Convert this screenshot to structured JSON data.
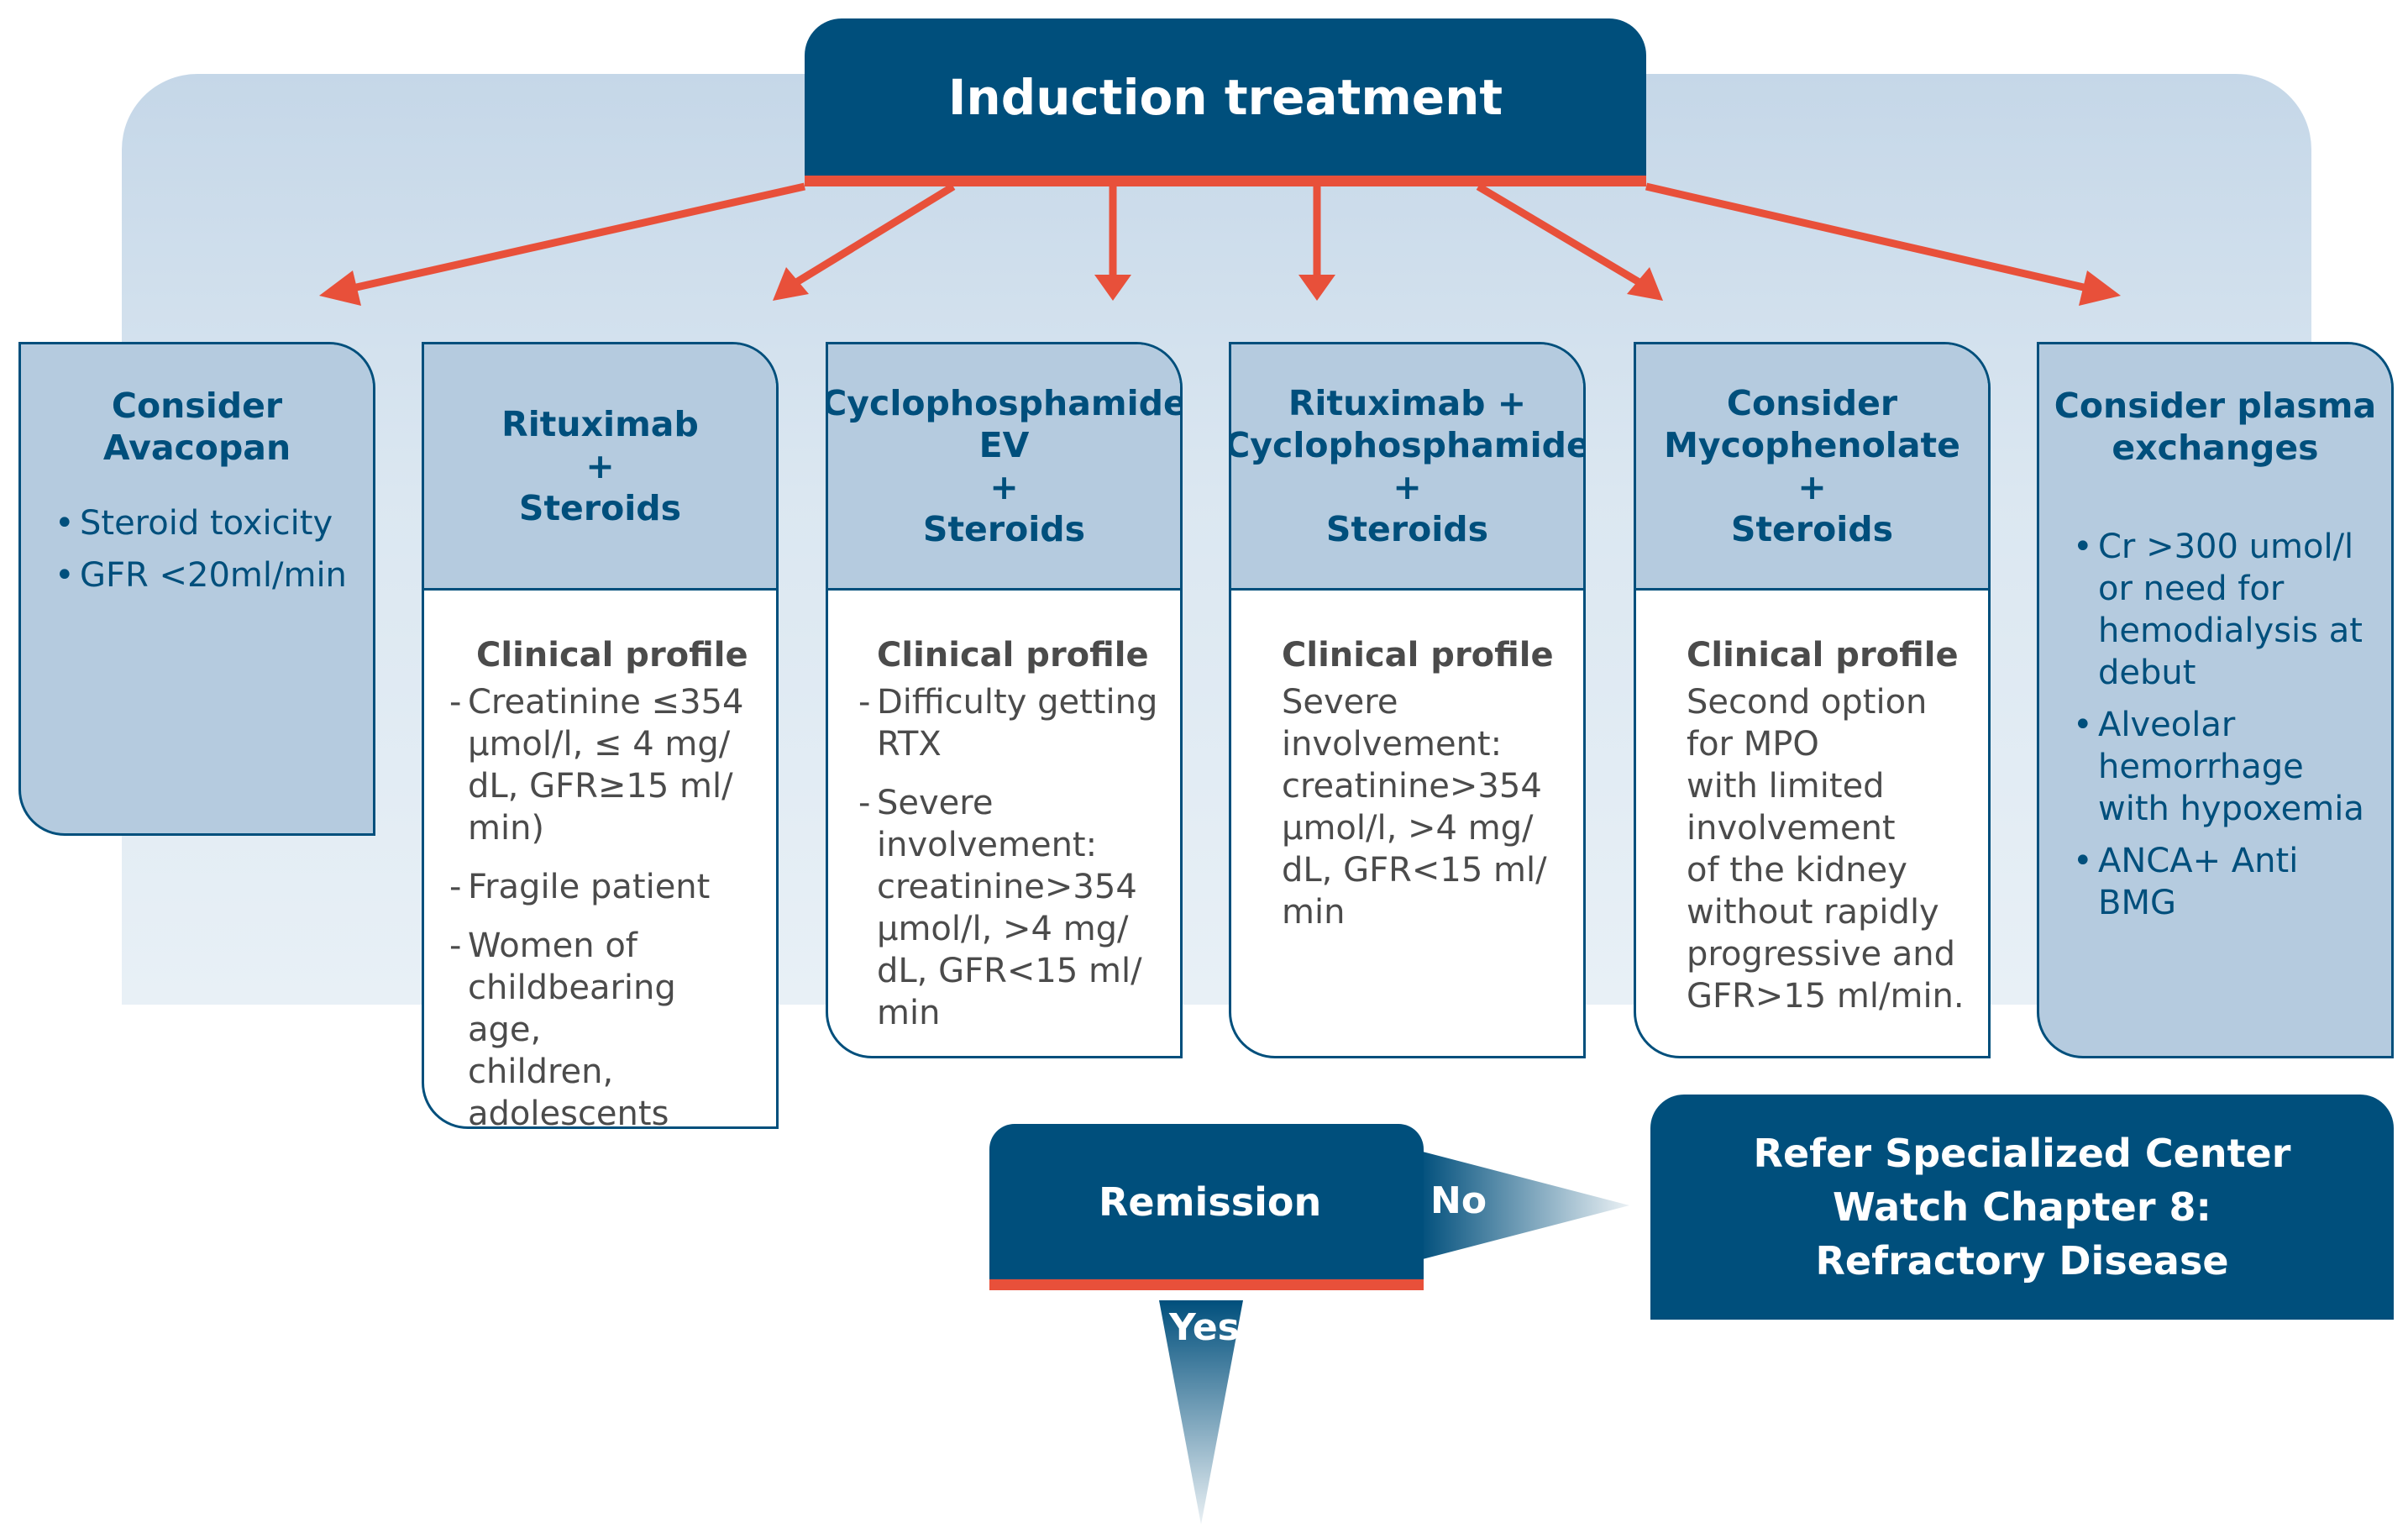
{
  "title": "Induction treatment",
  "cards": [
    {
      "header": [
        "Consider",
        "Avacopan"
      ],
      "bullets": [
        "Steroid toxicity",
        "GFR <20ml/min"
      ]
    },
    {
      "header": [
        "Rituximab",
        "+",
        "Steroids"
      ],
      "profile_title": "Clinical profile",
      "items": [
        [
          "Creatinine ≤354",
          "μmol/l, ≤ 4 mg/",
          "dL, GFR≥15 ml/",
          "min)"
        ],
        [
          "Fragile patient"
        ],
        [
          "Women of",
          "childbearing age,",
          "children,",
          "adolescents"
        ]
      ]
    },
    {
      "header": [
        "Cyclophosphamide",
        "EV",
        "+",
        "Steroids"
      ],
      "profile_title": "Clinical profile",
      "items": [
        [
          "Difficulty getting",
          "RTX"
        ],
        [
          "Severe",
          "involvement:",
          "creatinine>354",
          "μmol/l, >4 mg/",
          "dL, GFR<15 ml/",
          "min"
        ]
      ]
    },
    {
      "header": [
        "Rituximab +",
        "Cyclophosphamide",
        "+",
        "Steroids"
      ],
      "profile_title": "Clinical profile",
      "lines": [
        "Severe",
        "involvement:",
        "creatinine>354",
        "μmol/l, >4 mg/",
        "dL, GFR<15 ml/",
        "min"
      ]
    },
    {
      "header": [
        "Consider",
        "Mycophenolate",
        "+",
        "Steroids"
      ],
      "profile_title": "Clinical profile",
      "lines": [
        "Second option",
        "for MPO",
        "with limited",
        "involvement",
        "of the kidney",
        "without rapidly",
        "progressive and",
        "GFR>15 ml/min."
      ]
    },
    {
      "header": [
        "Consider plasma",
        "exchanges"
      ],
      "bullets": [
        [
          "Cr >300 umol/l",
          "or need for",
          "hemodialysis at",
          "debut"
        ],
        [
          "Alveolar",
          "hemorrhage",
          "with hypoxemia"
        ],
        [
          "ANCA+ Anti BMG"
        ]
      ]
    }
  ],
  "remission": {
    "label": "Remission",
    "no": "No",
    "yes": "Yes"
  },
  "refer": [
    "Refer Specialized Center",
    "Watch Chapter 8:",
    "Refractory Disease"
  ],
  "colors": {
    "navy": "#004f7c",
    "light_blue": "#b5cbdf",
    "red": "#e8503a",
    "text_gray": "#4b4b4b"
  }
}
